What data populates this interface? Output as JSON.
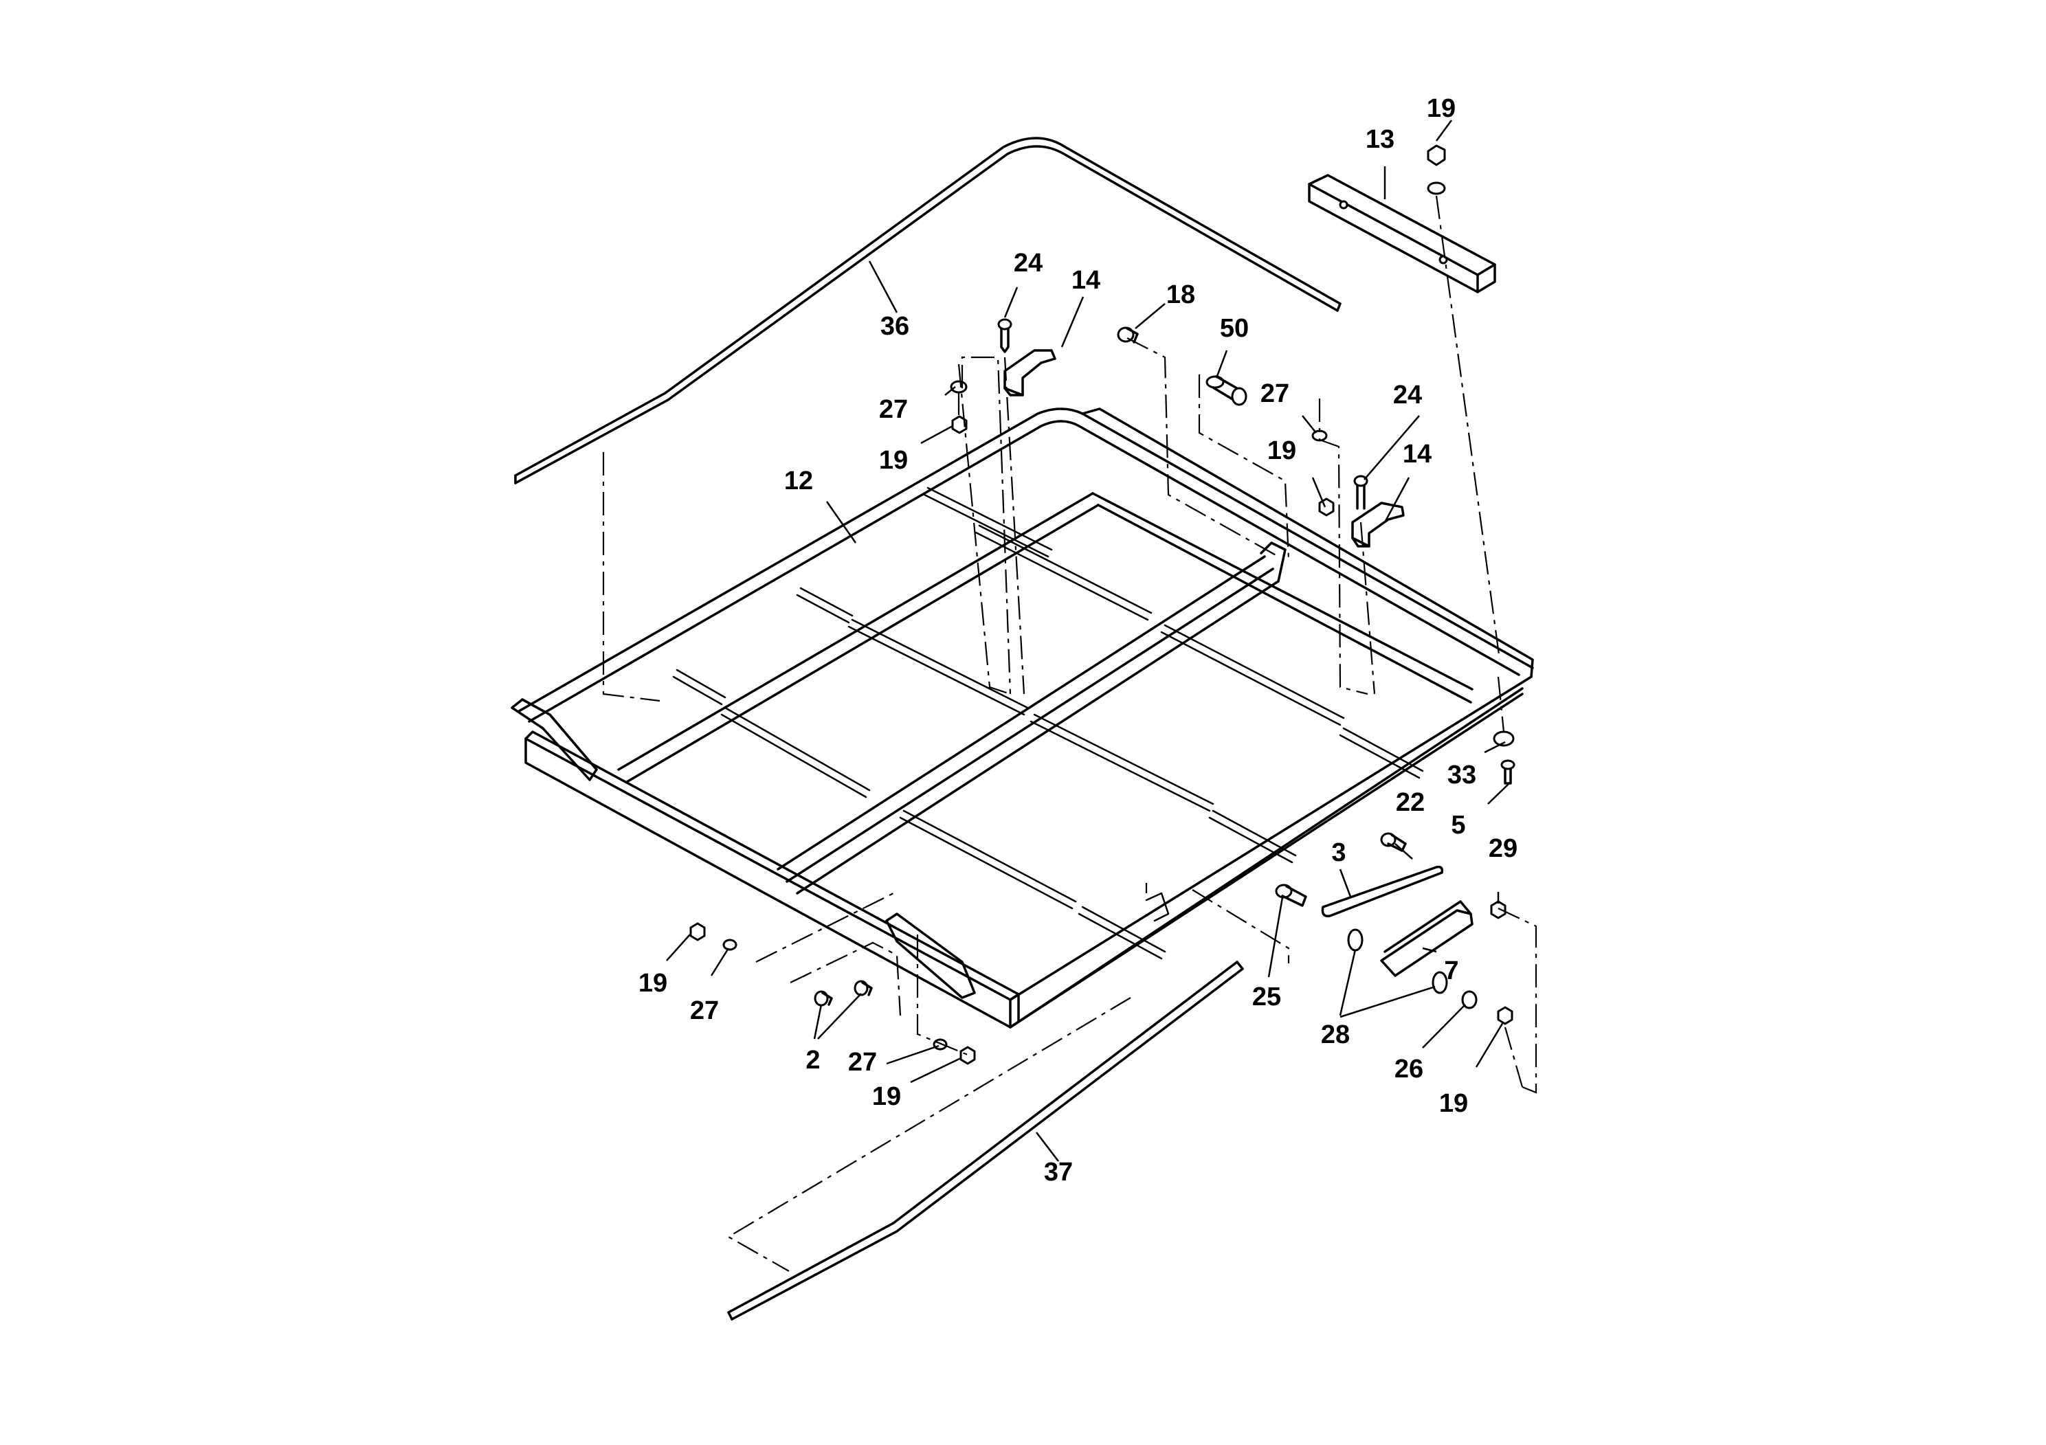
{
  "diagram": {
    "callouts": [
      {
        "id": "c-19-top",
        "label": "19"
      },
      {
        "id": "c-13",
        "label": "13"
      },
      {
        "id": "c-36",
        "label": "36"
      },
      {
        "id": "c-24-left",
        "label": "24"
      },
      {
        "id": "c-14-left",
        "label": "14"
      },
      {
        "id": "c-18",
        "label": "18"
      },
      {
        "id": "c-50",
        "label": "50"
      },
      {
        "id": "c-27-left",
        "label": "27"
      },
      {
        "id": "c-19-left",
        "label": "19"
      },
      {
        "id": "c-12",
        "label": "12"
      },
      {
        "id": "c-27-mid",
        "label": "27"
      },
      {
        "id": "c-24-right",
        "label": "24"
      },
      {
        "id": "c-19-mid",
        "label": "19"
      },
      {
        "id": "c-14-right",
        "label": "14"
      },
      {
        "id": "c-33",
        "label": "33"
      },
      {
        "id": "c-5",
        "label": "5"
      },
      {
        "id": "c-22",
        "label": "22"
      },
      {
        "id": "c-3",
        "label": "3"
      },
      {
        "id": "c-29",
        "label": "29"
      },
      {
        "id": "c-7",
        "label": "7"
      },
      {
        "id": "c-25",
        "label": "25"
      },
      {
        "id": "c-28",
        "label": "28"
      },
      {
        "id": "c-26",
        "label": "26"
      },
      {
        "id": "c-19-br",
        "label": "19"
      },
      {
        "id": "c-19-bl",
        "label": "19"
      },
      {
        "id": "c-27-bl",
        "label": "27"
      },
      {
        "id": "c-2",
        "label": "2"
      },
      {
        "id": "c-27-bc",
        "label": "27"
      },
      {
        "id": "c-19-bc",
        "label": "19"
      },
      {
        "id": "c-37",
        "label": "37"
      }
    ]
  }
}
